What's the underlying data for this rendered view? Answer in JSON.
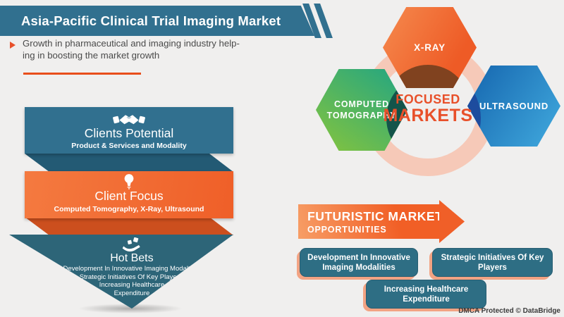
{
  "header": {
    "title": "Asia-Pacific Clinical Trial Imaging Market",
    "description_line1": "Growth in pharmaceutical and imaging industry help-",
    "description_line2": "ing in boosting the market growth",
    "bar_color": "#31708f",
    "accent_color": "#e94e1b"
  },
  "funnel": {
    "stages": [
      {
        "title": "Clients Potential",
        "subtitle": "Product & Services and Modality",
        "icon": "handshake-icon",
        "color": "#31708f"
      },
      {
        "title": "Client Focus",
        "subtitle": "Computed Tomography, X-Ray, Ultrasound",
        "icon": "lightbulb-icon",
        "color": "#f1662f"
      },
      {
        "title": "Hot Bets",
        "icon": "dice-in-hand-icon",
        "color": "#2d6578",
        "subtitle_lines": [
          "Development In Innovative Imaging Modalties,",
          "Strategic Initiatives Of Key Players,",
          "Increasing Healthcare",
          "Expenditure"
        ]
      }
    ]
  },
  "focused_markets": {
    "label_line1": "FOCUSED",
    "label_line2": "MARKETS",
    "accent_color": "#e8502a",
    "ring_color": "#f6c9b8",
    "segments": [
      {
        "label": "X-RAY",
        "color_start": "#f58a4e",
        "color_end": "#ee5b26"
      },
      {
        "label": "COMPUTED TOMOGRAPHY",
        "color_start": "#21a583",
        "color_end": "#85c43d"
      },
      {
        "label": "ULTRASOUND",
        "color_start": "#1565ae",
        "color_end": "#41aade"
      }
    ]
  },
  "opportunities": {
    "title_line1": "FUTURISTIC MARKET",
    "title_line2": "OPPORTUNITIES",
    "box_color": "#2e6e84",
    "box_shadow_color": "#f2a383",
    "items": [
      "Development In Innovative Imaging Modalities",
      "Strategic Initiatives Of Key Players",
      "Increasing Healthcare Expenditure"
    ]
  },
  "footer": {
    "watermark": "DMCA Protected © DataBridge"
  }
}
